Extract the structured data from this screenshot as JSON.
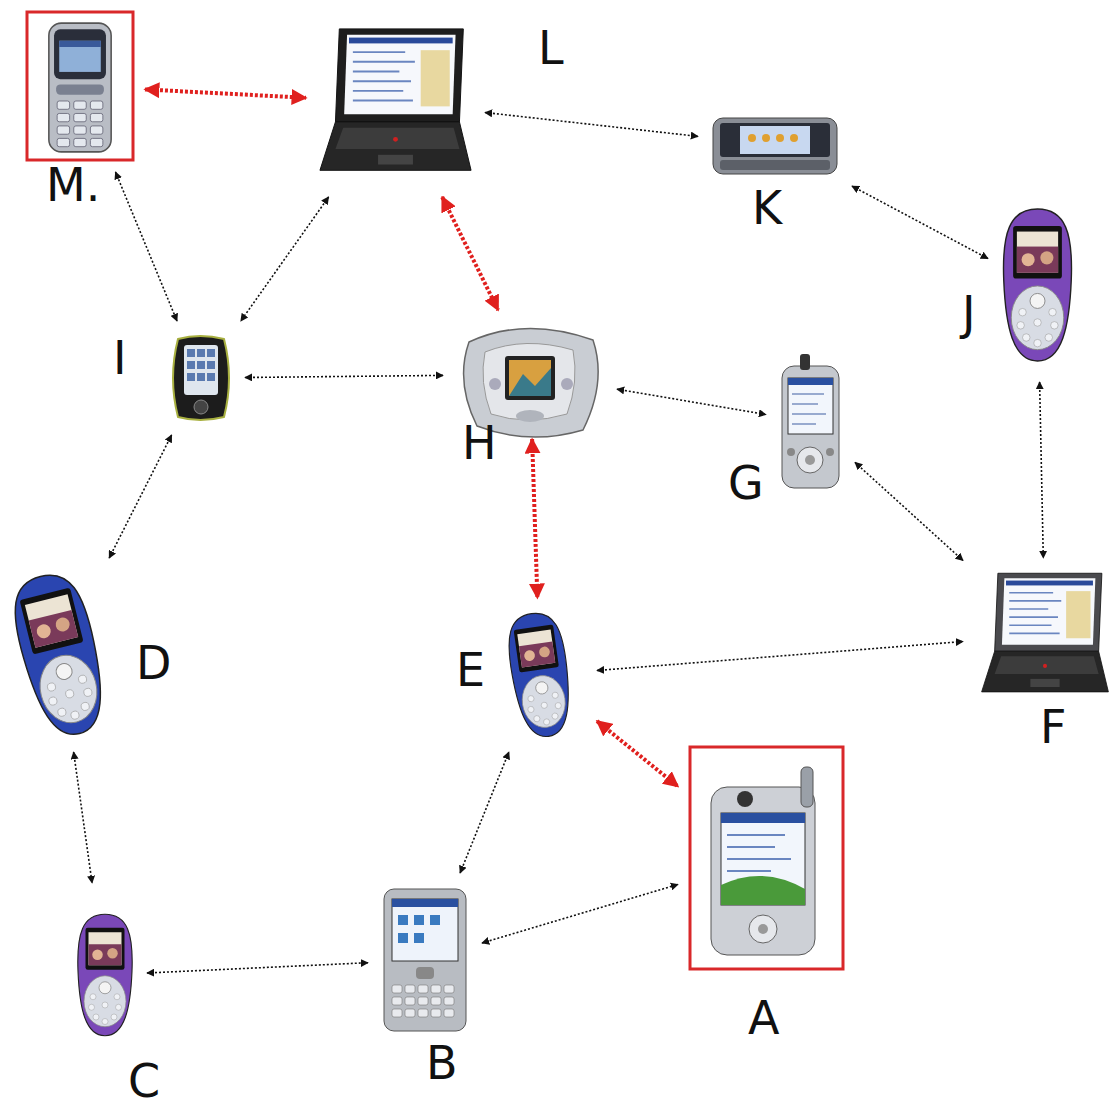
{
  "diagram": {
    "nodes": [
      {
        "text": [
          "A"
        ]
      },
      {
        "text": [
          "B"
        ]
      },
      {
        "text": [
          "C"
        ]
      },
      {
        "text": [
          "D"
        ]
      },
      {
        "text": [
          "E"
        ]
      },
      {
        "text": [
          "F"
        ]
      },
      {
        "text": [
          "G"
        ]
      },
      {
        "text": [
          "H"
        ]
      },
      {
        "text": [
          "I"
        ]
      },
      {
        "text": [
          "J"
        ]
      },
      {
        "text": [
          "K"
        ]
      },
      {
        "text": [
          "L"
        ]
      },
      {
        "text": [
          "M."
        ]
      }
    ],
    "edges": [
      {
        "from": 12,
        "to": 11,
        "arrow": "both"
      },
      {
        "from": 11,
        "to": 10,
        "arrow": "both"
      },
      {
        "from": 10,
        "to": 9,
        "arrow": "both"
      },
      {
        "from": 12,
        "to": 8,
        "arrow": "both"
      },
      {
        "from": 11,
        "to": 8,
        "arrow": "both"
      },
      {
        "from": 8,
        "to": 7,
        "arrow": "both"
      },
      {
        "from": 11,
        "to": 7,
        "arrow": "both"
      },
      {
        "from": 7,
        "to": 6,
        "arrow": "both"
      },
      {
        "from": 9,
        "to": 5,
        "arrow": "both"
      },
      {
        "from": 6,
        "to": 5,
        "arrow": "both"
      },
      {
        "from": 7,
        "to": 4,
        "arrow": "both"
      },
      {
        "from": 8,
        "to": 3,
        "arrow": "both"
      },
      {
        "from": 3,
        "to": 2,
        "arrow": "both"
      },
      {
        "from": 2,
        "to": 1,
        "arrow": "both"
      },
      {
        "from": 1,
        "to": 4,
        "arrow": "both"
      },
      {
        "from": 1,
        "to": 0,
        "arrow": "both"
      },
      {
        "from": 4,
        "to": 0,
        "arrow": "both"
      },
      {
        "from": 4,
        "to": 5,
        "arrow": "both"
      }
    ]
  }
}
